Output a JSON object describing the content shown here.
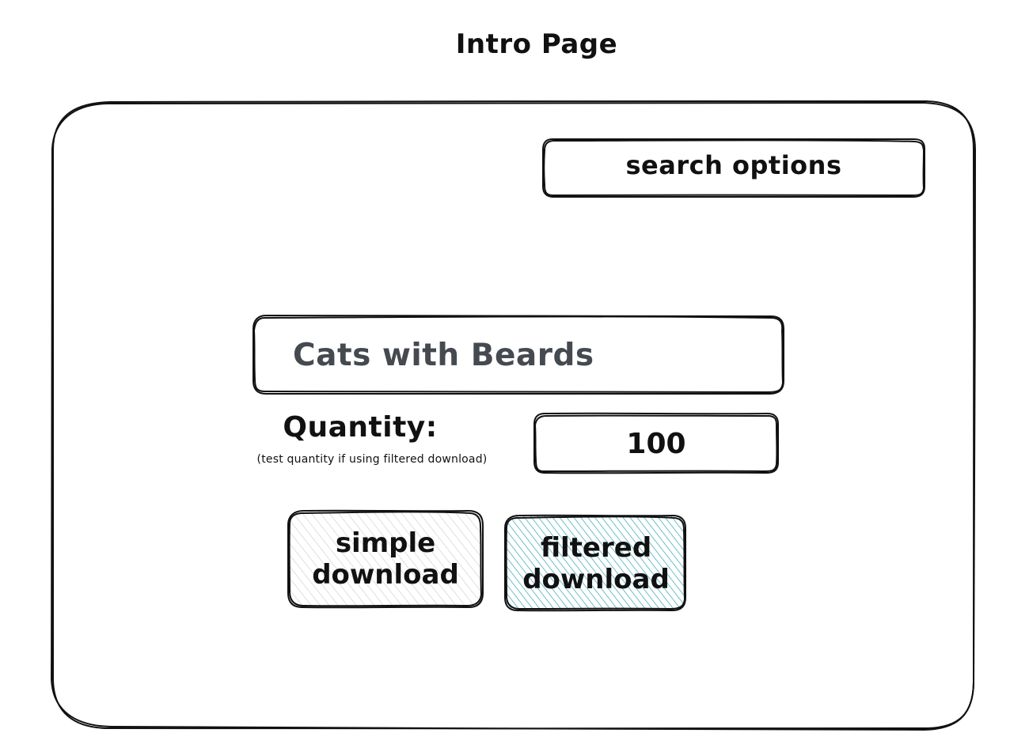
{
  "page": {
    "title": "Intro Page"
  },
  "search_options": {
    "label": "search options"
  },
  "search": {
    "value": "Cats with Beards"
  },
  "quantity": {
    "label": "Quantity:",
    "hint": "(test quantity if using filtered download)",
    "value": "100"
  },
  "buttons": {
    "simple_download": {
      "line1": "simple",
      "line2": "download",
      "fill_style": "hachure",
      "fill_color": "#c9c9c9"
    },
    "filtered_download": {
      "line1": "filtered",
      "line2": "download",
      "fill_style": "hachure",
      "fill_color": "#1f9db0"
    }
  },
  "colors": {
    "stroke": "#111111",
    "search_text": "#454950",
    "background": "#ffffff"
  }
}
